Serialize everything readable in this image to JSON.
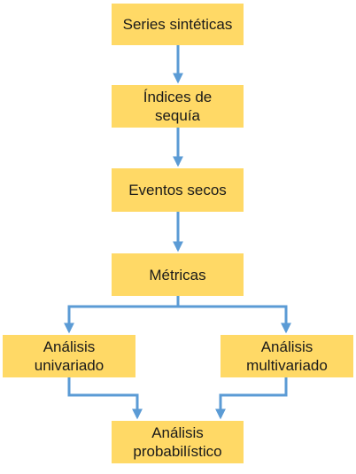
{
  "diagram": {
    "node_color": "#FFD966",
    "connector_color": "#5B9BD5",
    "nodes": {
      "series": "Series sintéticas",
      "indices": "Índices de sequía",
      "eventos": "Eventos secos",
      "metricas": "Métricas",
      "univariado": "Análisis univariado",
      "multivariado": "Análisis multivariado",
      "probabilistico": "Análisis probabilístico"
    },
    "edges": [
      {
        "from": "series",
        "to": "indices"
      },
      {
        "from": "indices",
        "to": "eventos"
      },
      {
        "from": "eventos",
        "to": "metricas"
      },
      {
        "from": "metricas",
        "to": "univariado"
      },
      {
        "from": "metricas",
        "to": "multivariado"
      },
      {
        "from": "univariado",
        "to": "probabilistico"
      },
      {
        "from": "multivariado",
        "to": "probabilistico"
      }
    ]
  }
}
